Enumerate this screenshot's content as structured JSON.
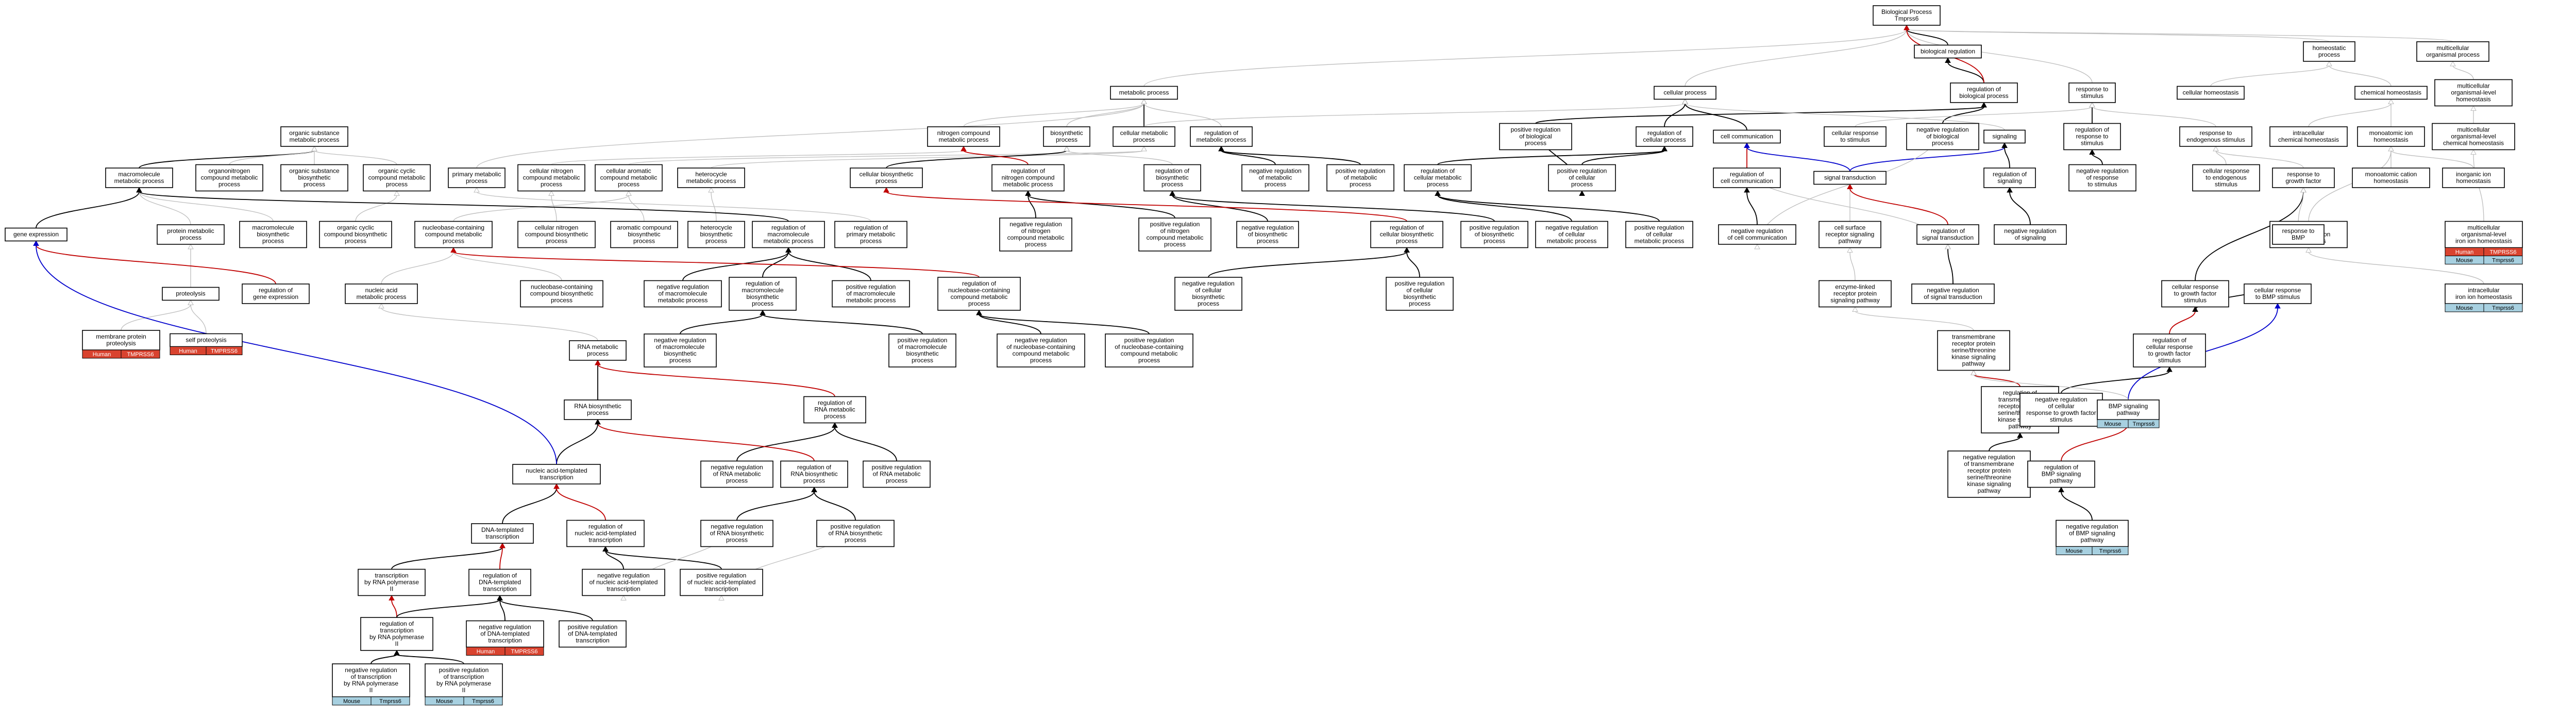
{
  "colors": {
    "human": "#d9432f",
    "human_text": "#ffffff",
    "mouse": "#a7d0e0",
    "mouse_text": "#000000",
    "edge_default": "#bdbdbd",
    "edge_is_a": "#000000",
    "edge_negative": "#c00000",
    "edge_positive": "#2a7d1e",
    "edge_part_of": "#0000cc"
  },
  "terms": [
    {
      "id": "bp",
      "lines": [
        "Biological Process",
        "Tmprss6"
      ]
    },
    {
      "id": "bioreg",
      "lines": [
        "biological regulation"
      ]
    },
    {
      "id": "metproc",
      "lines": [
        "metabolic process"
      ]
    },
    {
      "id": "cellproc",
      "lines": [
        "cellular process"
      ]
    },
    {
      "id": "regbio",
      "lines": [
        "regulation of",
        "biological process"
      ]
    },
    {
      "id": "resp",
      "lines": [
        "response to",
        "stimulus"
      ]
    },
    {
      "id": "homeo",
      "lines": [
        "homeostatic",
        "process"
      ]
    },
    {
      "id": "multiorg",
      "lines": [
        "multicellular",
        "organismal process"
      ]
    },
    {
      "id": "orgsub",
      "lines": [
        "organic substance",
        "metabolic process"
      ]
    },
    {
      "id": "nitro",
      "lines": [
        "nitrogen compound",
        "metabolic process"
      ]
    },
    {
      "id": "biosyn",
      "lines": [
        "biosynthetic",
        "process"
      ]
    },
    {
      "id": "cellmet",
      "lines": [
        "cellular metabolic",
        "process"
      ]
    },
    {
      "id": "regmet",
      "lines": [
        "regulation of",
        "metabolic process"
      ]
    },
    {
      "id": "posregbio",
      "lines": [
        "positive regulation",
        "of biological",
        "process"
      ]
    },
    {
      "id": "regcell",
      "lines": [
        "regulation of",
        "cellular process"
      ]
    },
    {
      "id": "cellcomm",
      "lines": [
        "cell communication"
      ]
    },
    {
      "id": "cellresp",
      "lines": [
        "cellular response",
        "to stimulus"
      ]
    },
    {
      "id": "negregbio",
      "lines": [
        "negative regulation",
        "of biological",
        "process"
      ]
    },
    {
      "id": "signaling",
      "lines": [
        "signaling"
      ]
    },
    {
      "id": "regresp",
      "lines": [
        "regulation of",
        "response to",
        "stimulus"
      ]
    },
    {
      "id": "cellhomeo",
      "lines": [
        "cellular homeostasis"
      ]
    },
    {
      "id": "chemhomeo",
      "lines": [
        "chemical homeostasis"
      ]
    },
    {
      "id": "multihomeo",
      "lines": [
        "multicellular",
        "organismal-level",
        "homeostasis"
      ]
    },
    {
      "id": "macromet",
      "lines": [
        "macromolecule",
        "metabolic process"
      ]
    },
    {
      "id": "orgnitro",
      "lines": [
        "organonitrogen",
        "compound metabolic",
        "process"
      ]
    },
    {
      "id": "orgsubbio",
      "lines": [
        "organic substance",
        "biosynthetic",
        "process"
      ]
    },
    {
      "id": "orgcyc",
      "lines": [
        "organic cyclic",
        "compound metabolic",
        "process"
      ]
    },
    {
      "id": "primmet",
      "lines": [
        "primary metabolic",
        "process"
      ]
    },
    {
      "id": "cellnitromet",
      "lines": [
        "cellular nitrogen",
        "compound metabolic",
        "process"
      ]
    },
    {
      "id": "cellarom",
      "lines": [
        "cellular aromatic",
        "compound metabolic",
        "process"
      ]
    },
    {
      "id": "hetero",
      "lines": [
        "heterocycle",
        "metabolic process"
      ]
    },
    {
      "id": "cellbio",
      "lines": [
        "cellular biosynthetic",
        "process"
      ]
    },
    {
      "id": "regnitro",
      "lines": [
        "regulation of",
        "nitrogen compound",
        "metabolic process"
      ]
    },
    {
      "id": "regbiosyn",
      "lines": [
        "regulation of",
        "biosynthetic",
        "process"
      ]
    },
    {
      "id": "negregmet",
      "lines": [
        "negative regulation",
        "of metabolic",
        "process"
      ]
    },
    {
      "id": "posregmet",
      "lines": [
        "positive regulation",
        "of metabolic",
        "process"
      ]
    },
    {
      "id": "regcellmet",
      "lines": [
        "regulation of",
        "cellular metabolic",
        "process"
      ]
    },
    {
      "id": "posregcell",
      "lines": [
        "positive regulation",
        "of cellular",
        "process"
      ]
    },
    {
      "id": "regcellcomm",
      "lines": [
        "regulation of",
        "cell communication"
      ]
    },
    {
      "id": "sigtrans",
      "lines": [
        "signal transduction"
      ]
    },
    {
      "id": "regsig",
      "lines": [
        "regulation of",
        "signaling"
      ]
    },
    {
      "id": "negregresp",
      "lines": [
        "negative regulation",
        "of response",
        "to stimulus"
      ]
    },
    {
      "id": "respendo",
      "lines": [
        "response to",
        "endogenous stimulus"
      ]
    },
    {
      "id": "intrachem",
      "lines": [
        "intracellular",
        "chemical homeostasis"
      ]
    },
    {
      "id": "monoion",
      "lines": [
        "monoatomic ion",
        "homeostasis"
      ]
    },
    {
      "id": "multichem",
      "lines": [
        "multicellular",
        "organismal-level",
        "chemical homeostasis"
      ]
    },
    {
      "id": "geneexp",
      "lines": [
        "gene expression"
      ]
    },
    {
      "id": "protmet",
      "lines": [
        "protein metabolic",
        "process"
      ]
    },
    {
      "id": "macrobio",
      "lines": [
        "macromolecule",
        "biosynthetic",
        "process"
      ]
    },
    {
      "id": "orgcycbio",
      "lines": [
        "organic cyclic",
        "compound biosynthetic",
        "process"
      ]
    },
    {
      "id": "nucbase",
      "lines": [
        "nucleobase-containing",
        "compound metabolic",
        "process"
      ]
    },
    {
      "id": "cellnitrobio",
      "lines": [
        "cellular nitrogen",
        "compound biosynthetic",
        "process"
      ]
    },
    {
      "id": "aromcomp",
      "lines": [
        "aromatic compound",
        "biosynthetic",
        "process"
      ]
    },
    {
      "id": "heterobio",
      "lines": [
        "heterocycle",
        "biosynthetic",
        "process"
      ]
    },
    {
      "id": "regmacromet",
      "lines": [
        "regulation of",
        "macromolecule",
        "metabolic process"
      ]
    },
    {
      "id": "regprimmet",
      "lines": [
        "regulation of",
        "primary metabolic",
        "process"
      ]
    },
    {
      "id": "negregnitro",
      "lines": [
        "negative regulation",
        "of nitrogen",
        "compound metabolic",
        "process"
      ]
    },
    {
      "id": "posregnitro",
      "lines": [
        "positive regulation",
        "of nitrogen",
        "compound metabolic",
        "process"
      ]
    },
    {
      "id": "negregbiosyn",
      "lines": [
        "negative regulation",
        "of biosynthetic",
        "process"
      ]
    },
    {
      "id": "regcellbio",
      "lines": [
        "regulation of",
        "cellular biosynthetic",
        "process"
      ]
    },
    {
      "id": "posregbiosyn",
      "lines": [
        "positive regulation",
        "of biosynthetic",
        "process"
      ]
    },
    {
      "id": "negregcellmet",
      "lines": [
        "negative regulation",
        "of cellular",
        "metabolic process"
      ]
    },
    {
      "id": "posregcellmet",
      "lines": [
        "positive regulation",
        "of cellular",
        "metabolic process"
      ]
    },
    {
      "id": "negregcellcomm",
      "lines": [
        "negative regulation",
        "of cell communication"
      ]
    },
    {
      "id": "cellsurf",
      "lines": [
        "cell surface",
        "receptor signaling",
        "pathway"
      ]
    },
    {
      "id": "regsigtrans",
      "lines": [
        "regulation of",
        "signal transduction"
      ]
    },
    {
      "id": "negregsig",
      "lines": [
        "negative regulation",
        "of signaling"
      ]
    },
    {
      "id": "cellrespendo",
      "lines": [
        "cellular response",
        "to endogenous",
        "stimulus"
      ]
    },
    {
      "id": "respgrowth",
      "lines": [
        "response to",
        "growth factor"
      ]
    },
    {
      "id": "monocation",
      "lines": [
        "monoatomic cation",
        "homeostasis"
      ]
    },
    {
      "id": "intramono",
      "lines": [
        "intracellular",
        "monoatomic ion",
        "homeostasis"
      ]
    },
    {
      "id": "inorgion",
      "lines": [
        "inorganic ion",
        "homeostasis"
      ]
    },
    {
      "id": "proteolysis",
      "lines": [
        "proteolysis"
      ]
    },
    {
      "id": "membprot",
      "lines": [
        "membrane protein",
        "proteolysis"
      ],
      "badges": [
        "human",
        "tmprss6"
      ]
    },
    {
      "id": "selfprot",
      "lines": [
        "self proteolysis"
      ],
      "badges": [
        "human",
        "tmprss6"
      ]
    },
    {
      "id": "reggeneexp",
      "lines": [
        "regulation of",
        "gene expression"
      ]
    },
    {
      "id": "nucacidmet",
      "lines": [
        "nucleic acid",
        "metabolic process"
      ]
    },
    {
      "id": "nucbasebio",
      "lines": [
        "nucleobase-containing",
        "compound biosynthetic",
        "process"
      ]
    },
    {
      "id": "negregmacromet",
      "lines": [
        "negative regulation",
        "of macromolecule",
        "metabolic process"
      ]
    },
    {
      "id": "regmacrobio",
      "lines": [
        "regulation of",
        "macromolecule",
        "biosynthetic",
        "process"
      ]
    },
    {
      "id": "posregmacromet",
      "lines": [
        "positive regulation",
        "of macromolecule",
        "metabolic process"
      ]
    },
    {
      "id": "regnucbase",
      "lines": [
        "regulation of",
        "nucleobase-containing",
        "compound metabolic",
        "process"
      ]
    },
    {
      "id": "negregcellbio",
      "lines": [
        "negative regulation",
        "of cellular",
        "biosynthetic",
        "process"
      ]
    },
    {
      "id": "posregcellbio",
      "lines": [
        "positive regulation",
        "of cellular",
        "biosynthetic",
        "process"
      ]
    },
    {
      "id": "enzlinked",
      "lines": [
        "enzyme-linked",
        "receptor protein",
        "signaling pathway"
      ]
    },
    {
      "id": "negregsigtrans",
      "lines": [
        "negative regulation",
        "of signal transduction"
      ]
    },
    {
      "id": "cellrespgrowth",
      "lines": [
        "cellular response",
        "to growth factor",
        "stimulus"
      ]
    },
    {
      "id": "respbmp",
      "lines": [
        "response to",
        "BMP"
      ]
    },
    {
      "id": "multicellion",
      "lines": [
        "multicellular",
        "organismal-level",
        "iron ion homeostasis"
      ],
      "badges": [
        "human",
        "tmprss6",
        "mouse",
        "tmprss6"
      ]
    },
    {
      "id": "intrairon",
      "lines": [
        "intracellular",
        "iron ion homeostasis"
      ],
      "badges": [
        "mouse",
        "tmprss6"
      ]
    },
    {
      "id": "rnamet",
      "lines": [
        "RNA metabolic",
        "process"
      ]
    },
    {
      "id": "negregmacrobio",
      "lines": [
        "negative regulation",
        "of macromolecule",
        "biosynthetic",
        "process"
      ]
    },
    {
      "id": "posregmacrobio",
      "lines": [
        "positive regulation",
        "of macromolecule",
        "biosynthetic",
        "process"
      ]
    },
    {
      "id": "negregnucbase",
      "lines": [
        "negative regulation",
        "of nucleobase-containing",
        "compound metabolic",
        "process"
      ]
    },
    {
      "id": "posregnucbase",
      "lines": [
        "positive regulation",
        "of nucleobase-containing",
        "compound metabolic",
        "process"
      ]
    },
    {
      "id": "transmem",
      "lines": [
        "transmembrane",
        "receptor protein",
        "serine/threonine",
        "kinase signaling",
        "pathway"
      ]
    },
    {
      "id": "regcellrespgrowth",
      "lines": [
        "regulation of",
        "cellular response",
        "to growth factor",
        "stimulus"
      ]
    },
    {
      "id": "cellrespbmp",
      "lines": [
        "cellular response",
        "to BMP stimulus"
      ]
    },
    {
      "id": "rnabio",
      "lines": [
        "RNA biosynthetic",
        "process"
      ]
    },
    {
      "id": "regrnamet",
      "lines": [
        "regulation of",
        "RNA metabolic",
        "process"
      ]
    },
    {
      "id": "regtransmem",
      "lines": [
        "regulation of",
        "transmembrane",
        "receptor protein",
        "serine/threonine",
        "kinase signaling",
        "pathway"
      ]
    },
    {
      "id": "negregcellrespgrowth",
      "lines": [
        "negative regulation",
        "of cellular",
        "response to growth factor",
        "stimulus"
      ]
    },
    {
      "id": "bmpsig",
      "lines": [
        "BMP signaling",
        "pathway"
      ],
      "badges": [
        "mouse",
        "tmprss6"
      ]
    },
    {
      "id": "negregrnamet",
      "lines": [
        "negative regulation",
        "of RNA metabolic",
        "process"
      ]
    },
    {
      "id": "regrnabio",
      "lines": [
        "regulation of",
        "RNA biosynthetic",
        "process"
      ]
    },
    {
      "id": "posregrnamet",
      "lines": [
        "positive regulation",
        "of RNA metabolic",
        "process"
      ]
    },
    {
      "id": "negregtransmem",
      "lines": [
        "negative regulation",
        "of transmembrane",
        "receptor protein",
        "serine/threonine",
        "kinase signaling",
        "pathway"
      ]
    },
    {
      "id": "regbmp",
      "lines": [
        "regulation of",
        "BMP signaling",
        "pathway"
      ]
    },
    {
      "id": "nucacidtrans",
      "lines": [
        "nucleic acid-templated",
        "transcription"
      ]
    },
    {
      "id": "negregrnabio",
      "lines": [
        "negative regulation",
        "of RNA biosynthetic",
        "process"
      ]
    },
    {
      "id": "posregrnabio",
      "lines": [
        "positive regulation",
        "of RNA biosynthetic",
        "process"
      ]
    },
    {
      "id": "negregbmp",
      "lines": [
        "negative regulation",
        "of BMP signaling",
        "pathway"
      ],
      "badges": [
        "mouse",
        "tmprss6"
      ]
    },
    {
      "id": "dnatrans",
      "lines": [
        "DNA-templated",
        "transcription"
      ]
    },
    {
      "id": "regnucacidtrans",
      "lines": [
        "regulation of",
        "nucleic acid-templated",
        "transcription"
      ]
    },
    {
      "id": "negregnucacidtrans",
      "lines": [
        "negative regulation",
        "of nucleic acid-templated",
        "transcription"
      ]
    },
    {
      "id": "posregnucacidtrans",
      "lines": [
        "positive regulation",
        "of nucleic acid-templated",
        "transcription"
      ]
    },
    {
      "id": "transpol2",
      "lines": [
        "transcription",
        "by RNA polymerase",
        "II"
      ]
    },
    {
      "id": "regdnatrans",
      "lines": [
        "regulation of",
        "DNA-templated",
        "transcription"
      ]
    },
    {
      "id": "regtranspol2",
      "lines": [
        "regulation of",
        "transcription",
        "by RNA polymerase",
        "II"
      ]
    },
    {
      "id": "negregdnatrans",
      "lines": [
        "negative regulation",
        "of DNA-templated",
        "transcription"
      ],
      "badges": [
        "human",
        "tmprss6"
      ]
    },
    {
      "id": "posregdnatrans",
      "lines": [
        "positive regulation",
        "of DNA-templated",
        "transcription"
      ]
    },
    {
      "id": "negregtranspol2",
      "lines": [
        "negative regulation",
        "of transcription",
        "by RNA polymerase",
        "II"
      ],
      "badges": [
        "mouse",
        "tmprss6"
      ]
    },
    {
      "id": "posregtranspol2",
      "lines": [
        "positive regulation",
        "of transcription",
        "by RNA polymerase",
        "II"
      ],
      "badges": [
        "mouse",
        "tmprss6"
      ]
    }
  ],
  "badge_labels": {
    "human": "Human",
    "mouse": "Mouse",
    "tmprss6": "Tmprss6",
    "tmprss6_human": "TMPRSS6"
  }
}
